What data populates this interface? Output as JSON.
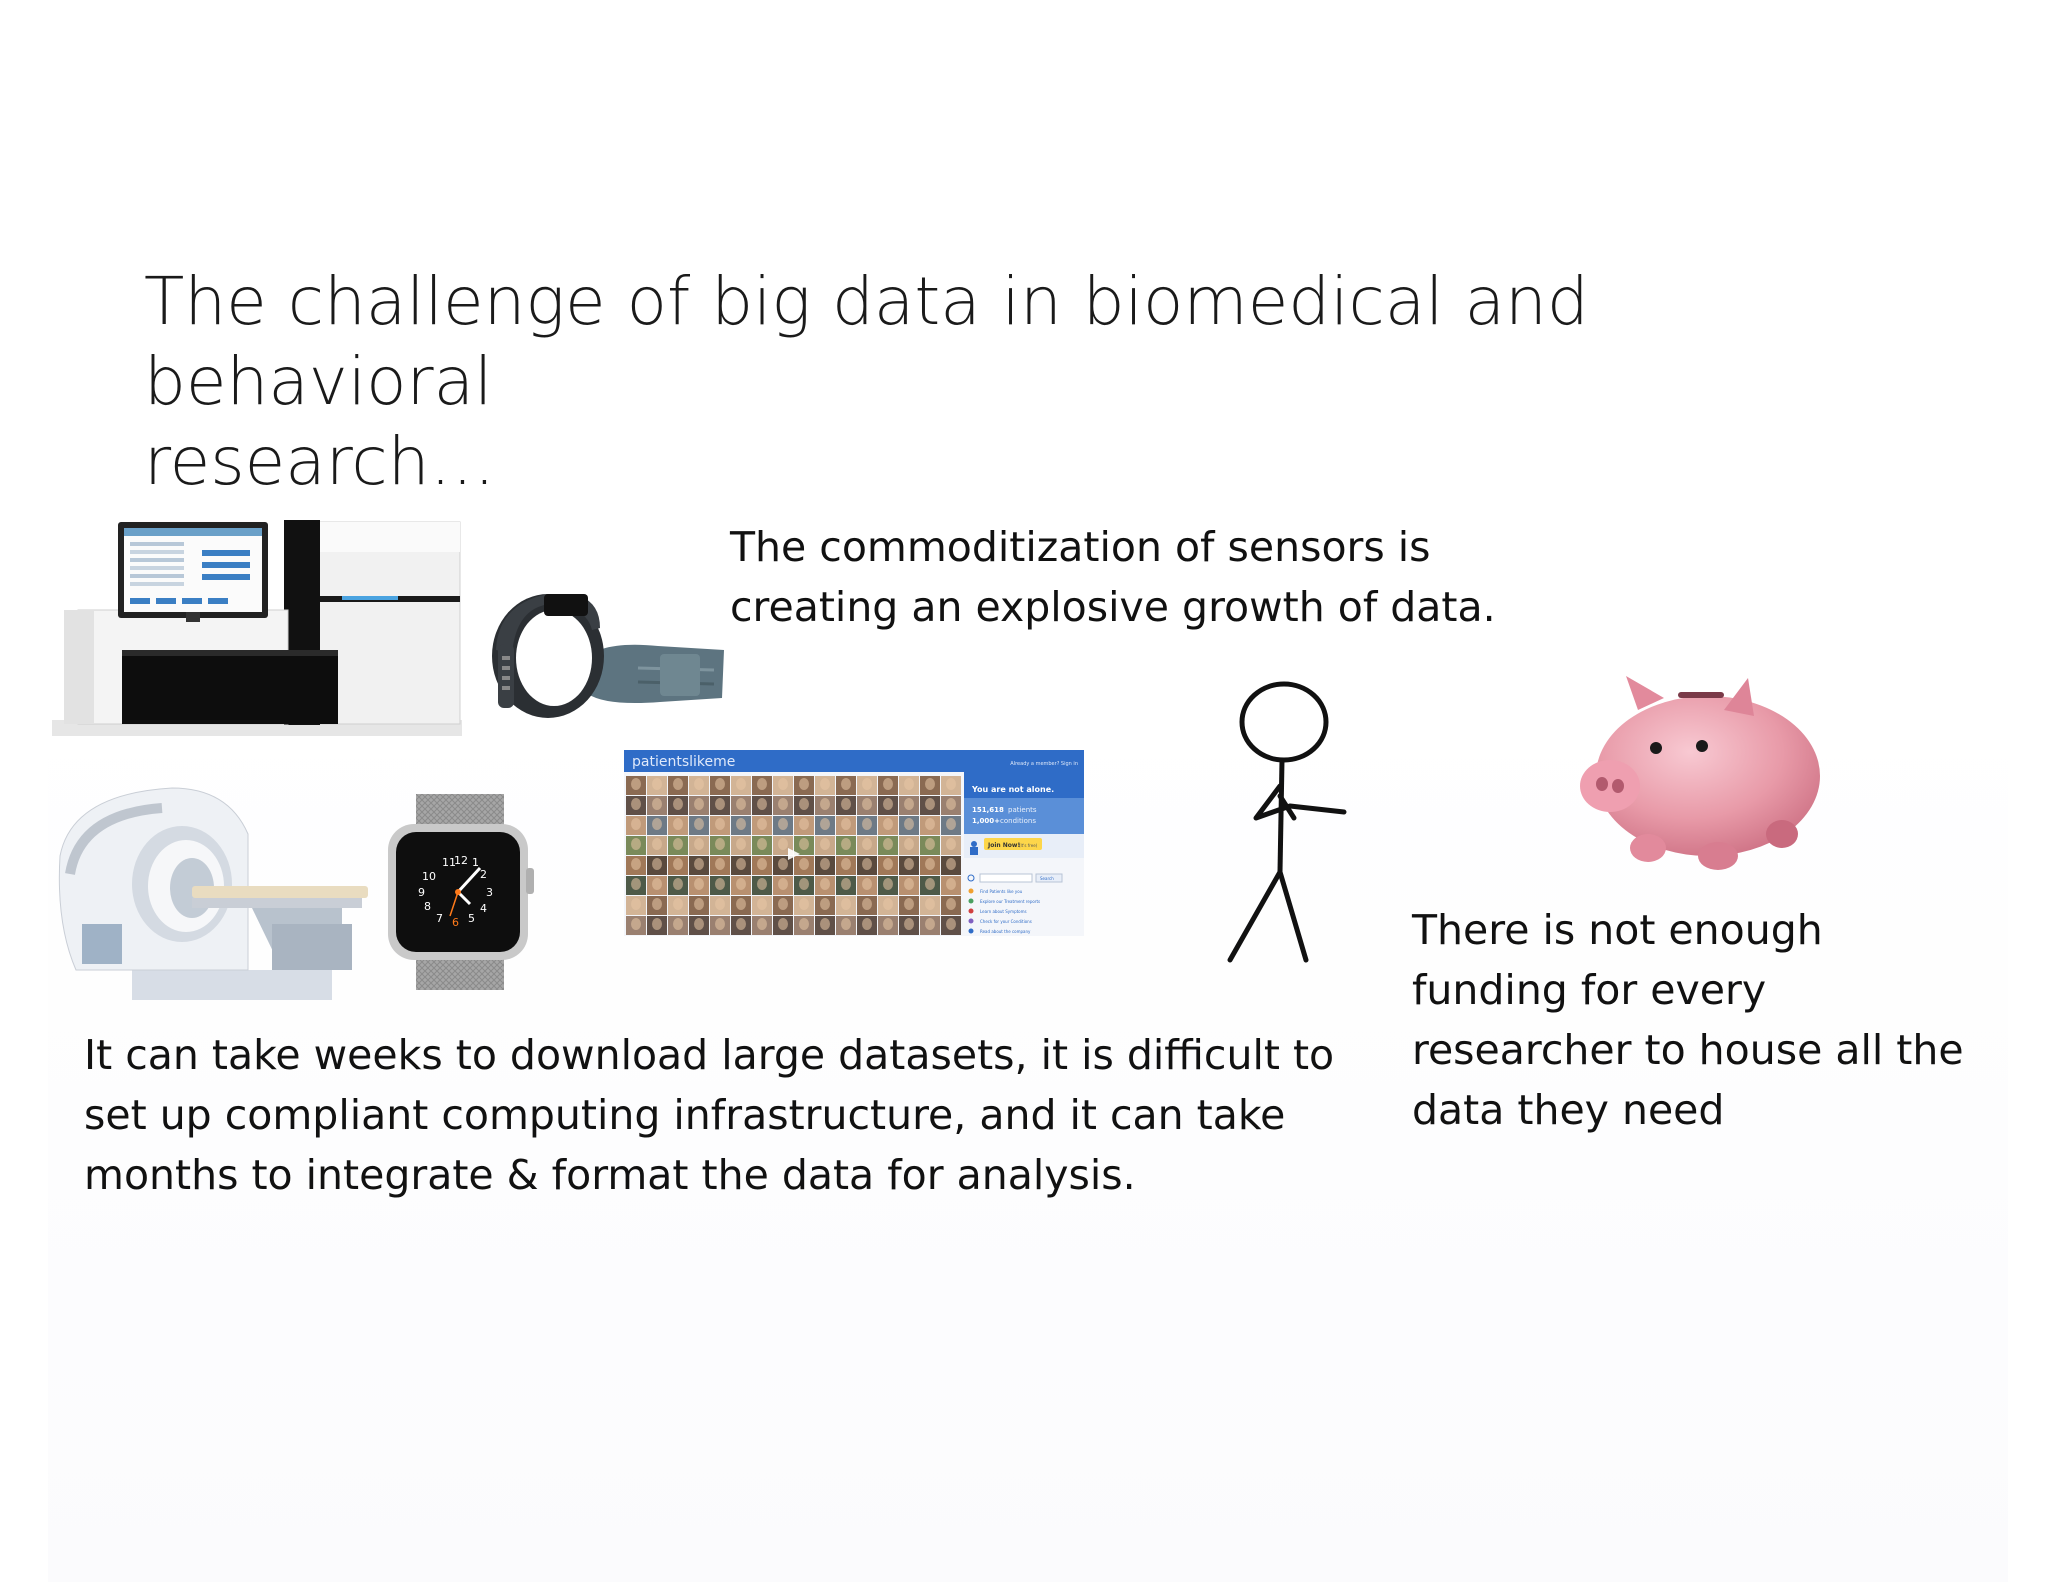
{
  "slide": {
    "title_line1": "The challenge of big data in biomedical and behavioral",
    "title_line2": "research…",
    "sensors_text": {
      "line1": "The commoditization of sensors is",
      "line2": "creating an explosive growth of data."
    },
    "download_text": {
      "line1": "It can take weeks to download large datasets, it is difficult to",
      "line2": "set up compliant computing infrastructure, and it can take",
      "line3": "months to integrate & format the data for analysis."
    },
    "funding_text": {
      "line1": "There is not enough",
      "line2": "funding for every",
      "line3": "researcher to house all the",
      "line4": "data they need"
    }
  },
  "images": {
    "website": {
      "brand": "patientslikeme",
      "header_link": "Already a member? Sign in",
      "tagline": "You are not alone.",
      "patients_count": "151,618",
      "patients_label": "patients",
      "conditions_count": "1,000+",
      "conditions_label": "conditions",
      "join_button": "Join Now!",
      "join_note": "(It's free)",
      "search_button": "Search",
      "links": [
        "Find Patients like you",
        "Explore our Treatment reports",
        "Learn about Symptoms",
        "Check for your Conditions",
        "Read about the company"
      ]
    },
    "watch_numbers": [
      "12",
      "1",
      "2",
      "3",
      "4",
      "5",
      "6",
      "7",
      "8",
      "9",
      "10",
      "11"
    ]
  },
  "colors": {
    "website_blue": "#2f6cc7",
    "pig_pink": "#e89aa8",
    "band_dark": "#3a3f44",
    "band_teal": "#5d7480"
  },
  "icons": {
    "sequencer": "dna-sequencer-icon",
    "fitness_band": "fitness-tracker-icon",
    "mri": "mri-scanner-icon",
    "watch": "smartwatch-icon",
    "website": "patientslikeme-website-screenshot",
    "stick_figure": "stick-figure-icon",
    "piggy_bank": "piggy-bank-icon"
  }
}
